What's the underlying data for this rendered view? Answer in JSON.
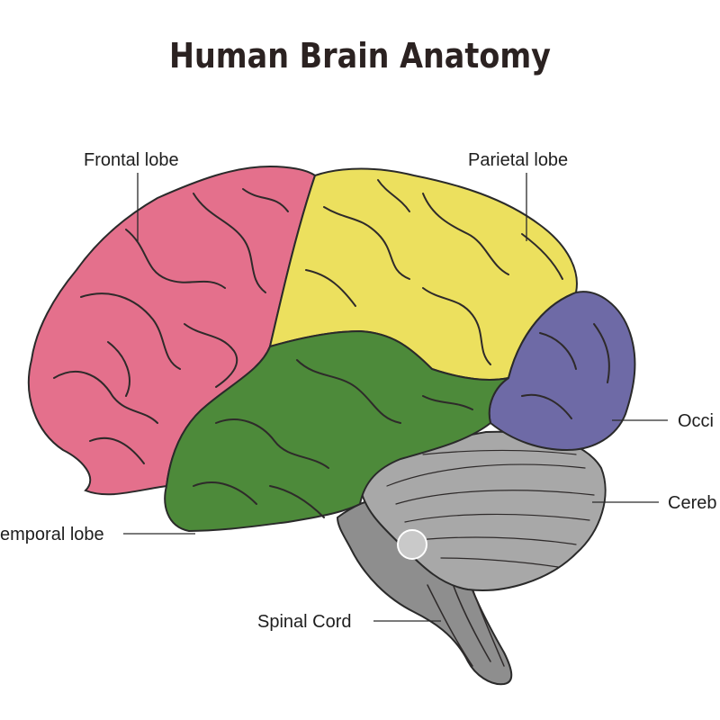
{
  "title": "Human Brain Anatomy",
  "labels": {
    "frontal": "Frontal lobe",
    "parietal": "Parietal lobe",
    "occipital": "Occi",
    "cerebellum": "Cereb",
    "temporal": "emporal lobe",
    "spinal": "Spinal Cord"
  },
  "colors": {
    "frontal": "#e4708c",
    "parietal": "#ece05e",
    "occipital": "#6e6aa6",
    "temporal": "#4d8a3a",
    "cerebellum": "#a8a8a8",
    "brainstem": "#8e8e8e",
    "groove": "#2e2a2a"
  }
}
